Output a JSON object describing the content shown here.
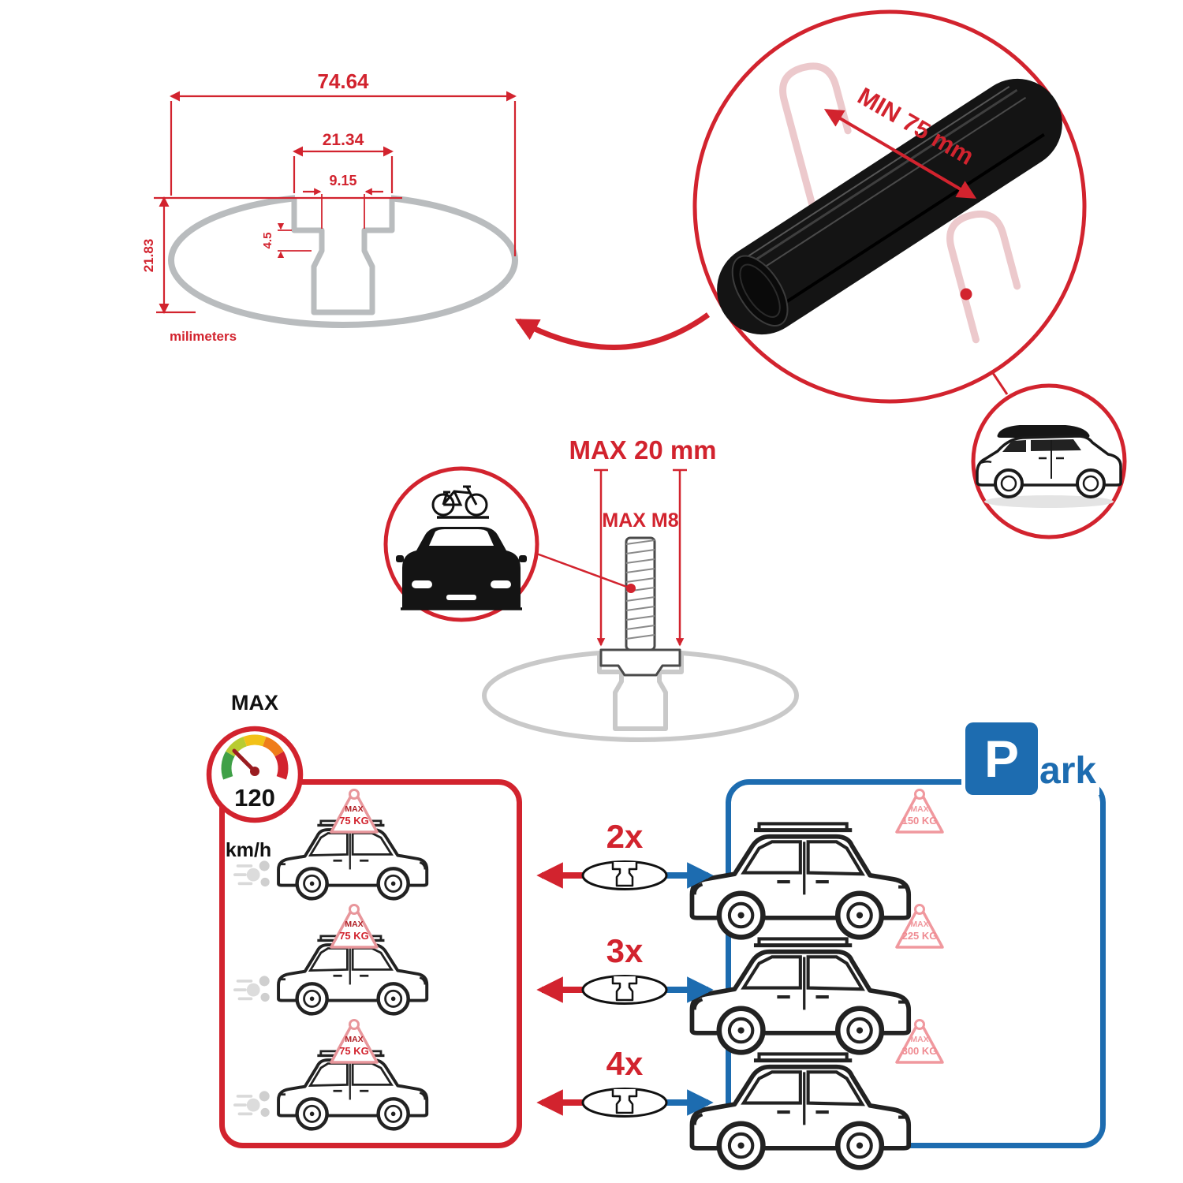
{
  "colors": {
    "red": "#d2232e",
    "blue": "#1d6cb0",
    "pink": "#ef8b92",
    "dark_red": "#b01e24",
    "black": "#111111",
    "gray": "#b9bcbe"
  },
  "profile_dimensions": {
    "total_width": "74.64",
    "opening_width": "21.34",
    "slot_width": "9.15",
    "step_depth": "4.5",
    "height": "21.83",
    "unit": "milimeters"
  },
  "crossbar_detail": {
    "min_span": "MIN 75 mm"
  },
  "mount_detail": {
    "max_width": "MAX 20 mm",
    "max_bolt": "MAX M8"
  },
  "speed_limit": {
    "label": "MAX",
    "value": "120",
    "unit": "km/h"
  },
  "driving_panel": {
    "cars": [
      {
        "load": "MAX",
        "kg": "75 KG"
      },
      {
        "load": "MAX",
        "kg": "75 KG"
      },
      {
        "load": "MAX",
        "kg": "75 KG"
      }
    ]
  },
  "bar_counts": [
    {
      "label": "2x"
    },
    {
      "label": "3x"
    },
    {
      "label": "4x"
    }
  ],
  "parking_panel": {
    "sign_p": "P",
    "sign_rest": "ark",
    "cars": [
      {
        "load": "MAX",
        "kg": "150 KG"
      },
      {
        "load": "MAX",
        "kg": "225 KG"
      },
      {
        "load": "MAX",
        "kg": "300 KG"
      }
    ]
  }
}
